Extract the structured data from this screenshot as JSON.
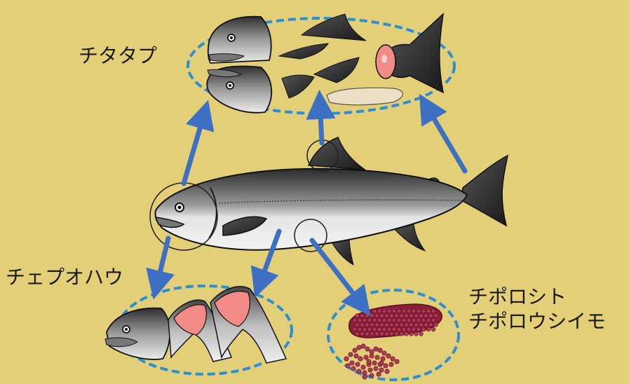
{
  "labels": {
    "head_parts": "チタタプ",
    "head_soup": "チェプオハウ",
    "roe_line1": "チポロシト",
    "roe_line2": "チポロウシイモ"
  },
  "colors": {
    "background": "#e4cf79",
    "ellipse_stroke": "#2b8fd3",
    "arrow": "#3d6fc2",
    "fish_dark": "#2e2e2e",
    "fish_light": "#e0e0e0",
    "flesh": "#f28a86",
    "roe": "#8a1f3a"
  }
}
